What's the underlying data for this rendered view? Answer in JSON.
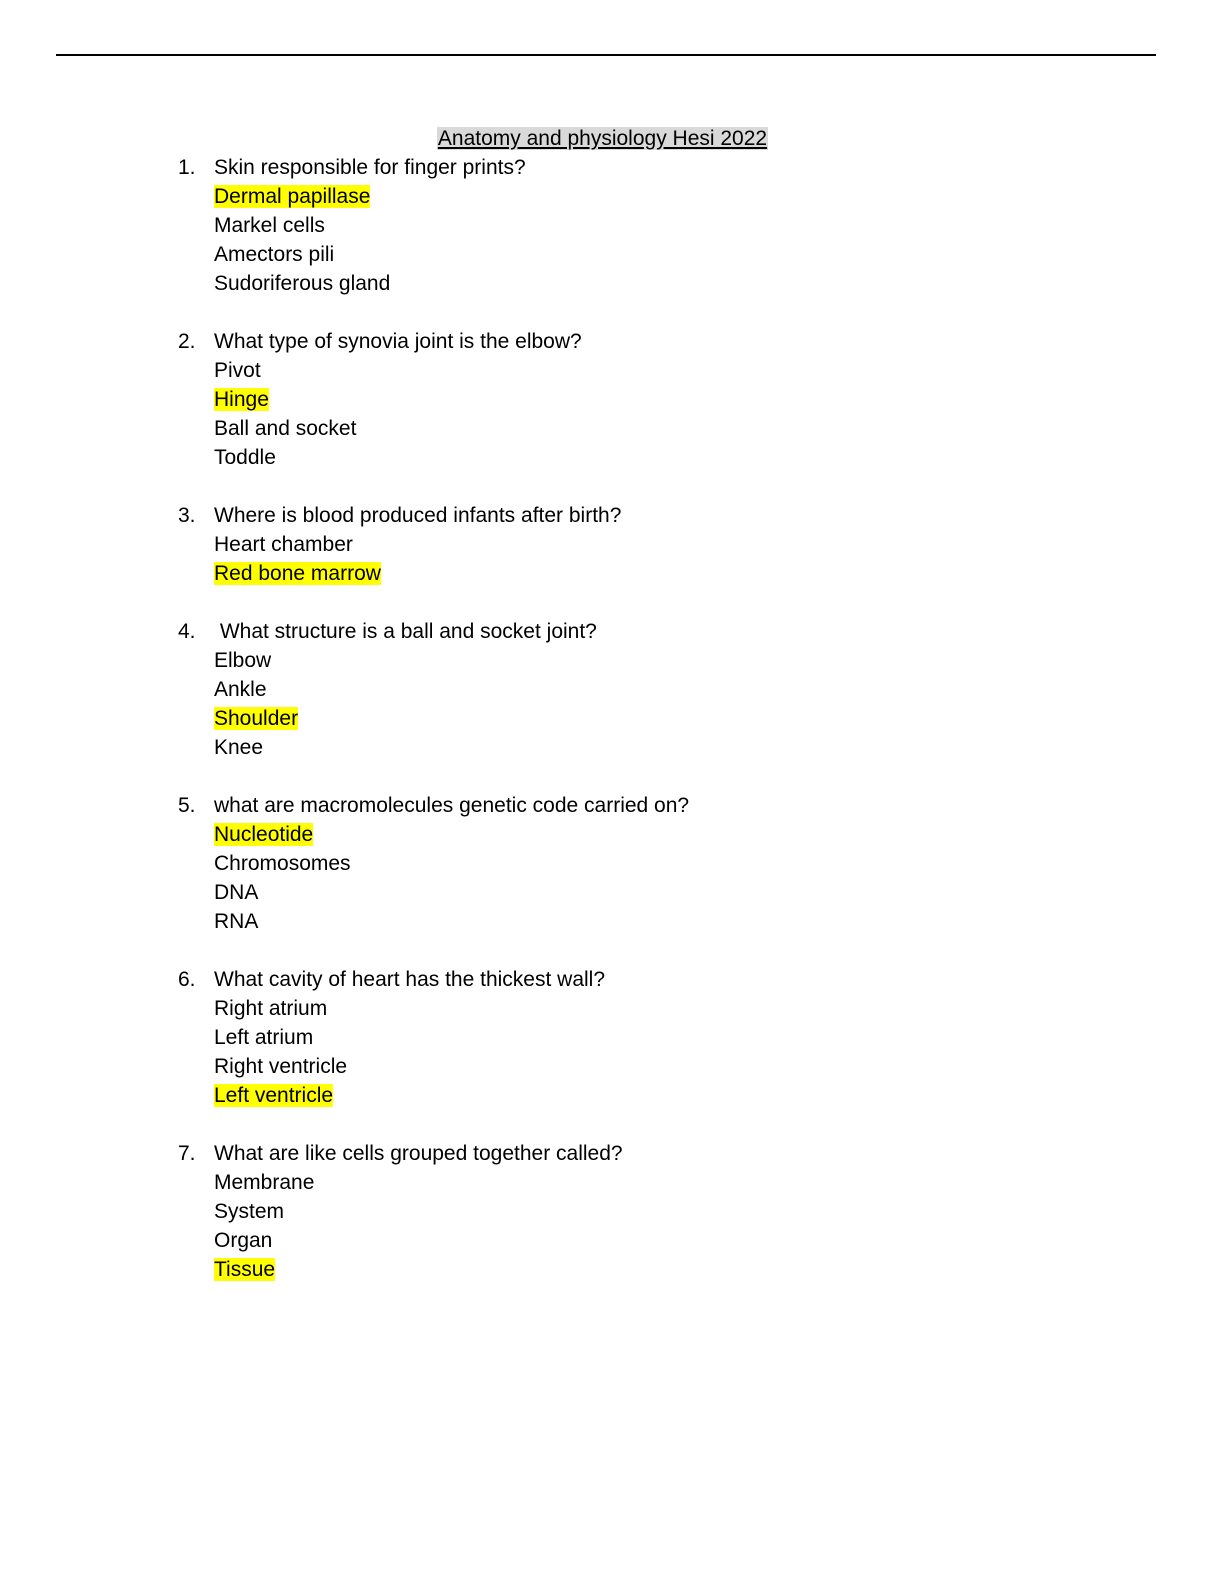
{
  "title": "Anatomy and physiology Hesi 2022",
  "colors": {
    "highlight": "#ffff00",
    "title_shade": "#d9d9d9"
  },
  "questions": [
    {
      "number": "1.",
      "text": "Skin responsible for finger prints?",
      "answers": [
        {
          "text": "Dermal papillase",
          "highlighted": true
        },
        {
          "text": "Markel cells",
          "highlighted": false
        },
        {
          "text": "Amectors pili",
          "highlighted": false
        },
        {
          "text": "Sudoriferous gland",
          "highlighted": false
        }
      ]
    },
    {
      "number": "2.",
      "text": "What type of synovia joint is the elbow?",
      "answers": [
        {
          "text": "Pivot",
          "highlighted": false
        },
        {
          "text": "Hinge",
          "highlighted": true
        },
        {
          "text": "Ball and socket",
          "highlighted": false
        },
        {
          "text": "Toddle",
          "highlighted": false
        }
      ]
    },
    {
      "number": "3.",
      "text": "Where is blood produced infants after birth?",
      "answers": [
        {
          "text": "Heart chamber",
          "highlighted": false
        },
        {
          "text": "Red bone marrow",
          "highlighted": true
        }
      ]
    },
    {
      "number": "4.",
      "text": " What structure is a ball and socket joint?",
      "answers": [
        {
          "text": "Elbow",
          "highlighted": false
        },
        {
          "text": "Ankle",
          "highlighted": false
        },
        {
          "text": "Shoulder",
          "highlighted": true
        },
        {
          "text": "Knee",
          "highlighted": false
        }
      ]
    },
    {
      "number": "5.",
      "text": "what are macromolecules genetic code carried on?",
      "answers": [
        {
          "text": "Nucleotide",
          "highlighted": true
        },
        {
          "text": "Chromosomes",
          "highlighted": false
        },
        {
          "text": "DNA",
          "highlighted": false
        },
        {
          "text": "RNA",
          "highlighted": false
        }
      ]
    },
    {
      "number": "6.",
      "text": "What cavity of heart has the thickest wall?",
      "answers": [
        {
          "text": "Right atrium",
          "highlighted": false
        },
        {
          "text": "Left atrium",
          "highlighted": false
        },
        {
          "text": "Right ventricle",
          "highlighted": false
        },
        {
          "text": "Left ventricle",
          "highlighted": true
        }
      ]
    },
    {
      "number": "7.",
      "text": "What are like cells grouped together called?",
      "answers": [
        {
          "text": "Membrane",
          "highlighted": false
        },
        {
          "text": "System",
          "highlighted": false
        },
        {
          "text": "Organ",
          "highlighted": false
        },
        {
          "text": "Tissue",
          "highlighted": true
        }
      ]
    }
  ]
}
